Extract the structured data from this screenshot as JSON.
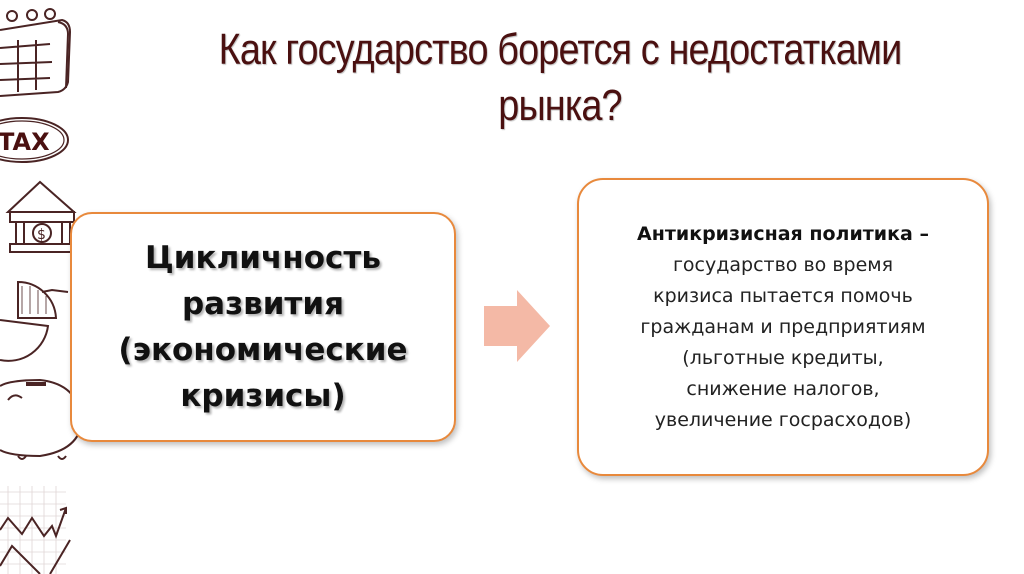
{
  "slide": {
    "title_line1": "Как государство борется с недостатками",
    "title_line2": "рынка?",
    "left_box": {
      "line1": "Цикличность",
      "line2": "развития",
      "line3": "(экономические",
      "line4": "кризисы)"
    },
    "right_box": {
      "term": "Антикризисная политика –",
      "line1": "государство во время",
      "line2": "кризиса пытается помочь",
      "line3": "гражданам и предприятиям",
      "line4": "(льготные кредиты,",
      "line5": "снижение налогов,",
      "line6": "увеличение госрасходов)"
    },
    "decor": {
      "tax_label": "TAX",
      "bank_symbol": "$"
    },
    "colors": {
      "title": "#4a1010",
      "box_border": "#e8893c",
      "arrow": "#f4b9a6",
      "doodle": "#4a2424"
    }
  }
}
